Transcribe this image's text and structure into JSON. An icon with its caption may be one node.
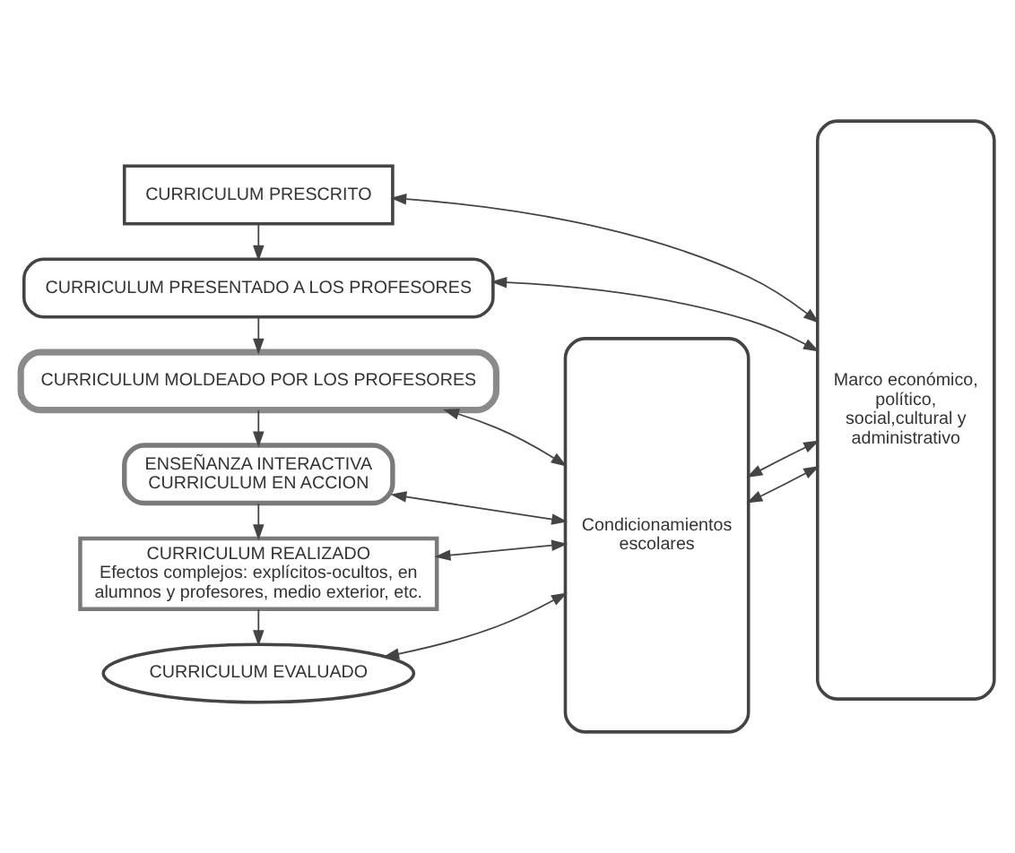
{
  "diagram": {
    "nodes": [
      {
        "text": [
          "CURRICULUM PRESCRITO"
        ]
      },
      {
        "text": [
          "CURRICULUM PRESENTADO A LOS PROFESORES"
        ]
      },
      {
        "text": [
          "CURRICULUM MOLDEADO POR LOS PROFESORES"
        ]
      },
      {
        "text": [
          "ENSEÑANZA INTERACTIVA",
          "CURRICULUM EN ACCION"
        ]
      },
      {
        "text": [
          "CURRICULUM REALIZADO",
          "Efectos complejos: explícitos-ocultos, en alumnos y profesores, medio exterior, etc."
        ]
      },
      {
        "text": [
          "CURRICULUM EVALUADO"
        ]
      },
      {
        "text": [
          "Condicionamientos escolares"
        ]
      },
      {
        "text": [
          "Marco económico, político, social,cultural y administrativo"
        ]
      }
    ],
    "edges": [
      {
        "from": 0,
        "to": 1,
        "arrow": "to"
      },
      {
        "from": 1,
        "to": 2,
        "arrow": "to"
      },
      {
        "from": 2,
        "to": 3,
        "arrow": "to"
      },
      {
        "from": 3,
        "to": 4,
        "arrow": "to"
      },
      {
        "from": 4,
        "to": 5,
        "arrow": "to"
      },
      {
        "from": 0,
        "to": 7,
        "arrow": "both"
      },
      {
        "from": 1,
        "to": 7,
        "arrow": "both"
      },
      {
        "from": 2,
        "to": 6,
        "arrow": "both"
      },
      {
        "from": 3,
        "to": 6,
        "arrow": "both"
      },
      {
        "from": 4,
        "to": 6,
        "arrow": "both"
      },
      {
        "from": 5,
        "to": 6,
        "arrow": "both"
      },
      {
        "from": 6,
        "to": 7,
        "arrow": "both"
      },
      {
        "from": 6,
        "to": 7,
        "arrow": "both"
      }
    ]
  }
}
